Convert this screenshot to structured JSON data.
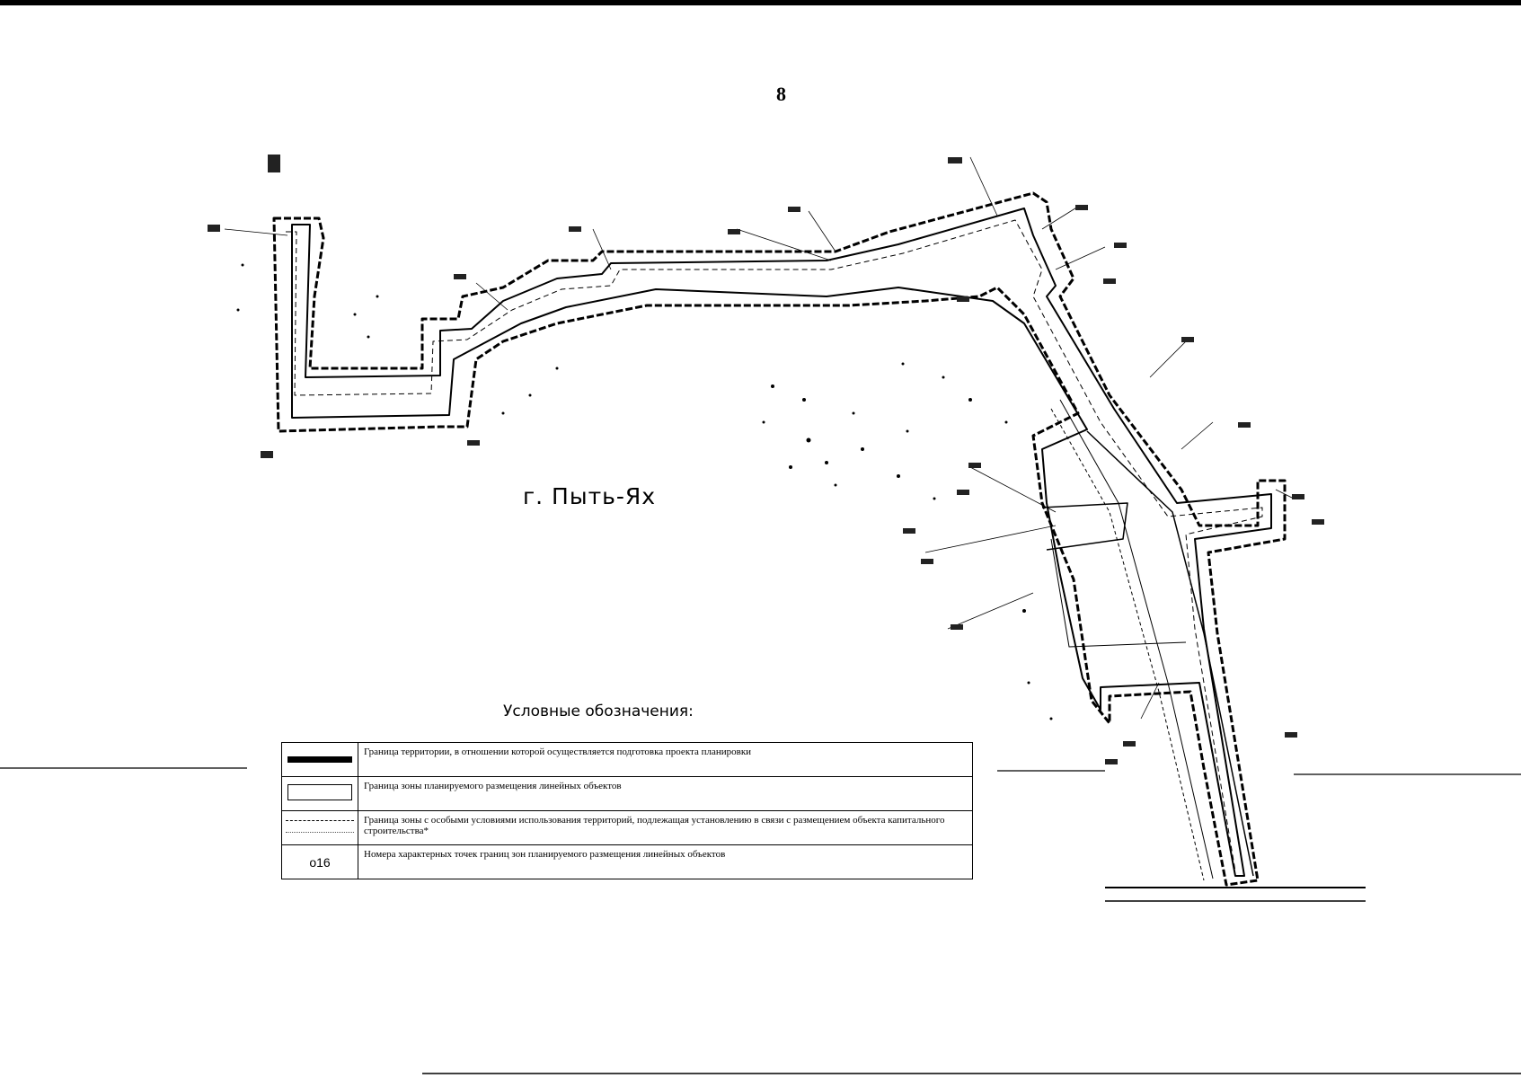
{
  "page_number": "8",
  "map": {
    "city_label": "г. Пыть-Ях"
  },
  "legend": {
    "title": "Условные обозначения:",
    "items": [
      {
        "symbol": "thick-dashed-line",
        "text": "Граница территории, в отношении которой осуществляется подготовка проекта планировки"
      },
      {
        "symbol": "rectangle-outline",
        "text": "Граница зоны планируемого размещения линейных объектов"
      },
      {
        "symbol": "dashed-line",
        "text": "Граница зоны с особыми условиями использования территорий, подлежащая установлению в связи с размещением объекта капитального строительства*"
      },
      {
        "symbol": "point-number",
        "symbol_text": "o16",
        "text": "Номера характерных точек границ зон планируемого размещения линейных объектов"
      }
    ]
  }
}
